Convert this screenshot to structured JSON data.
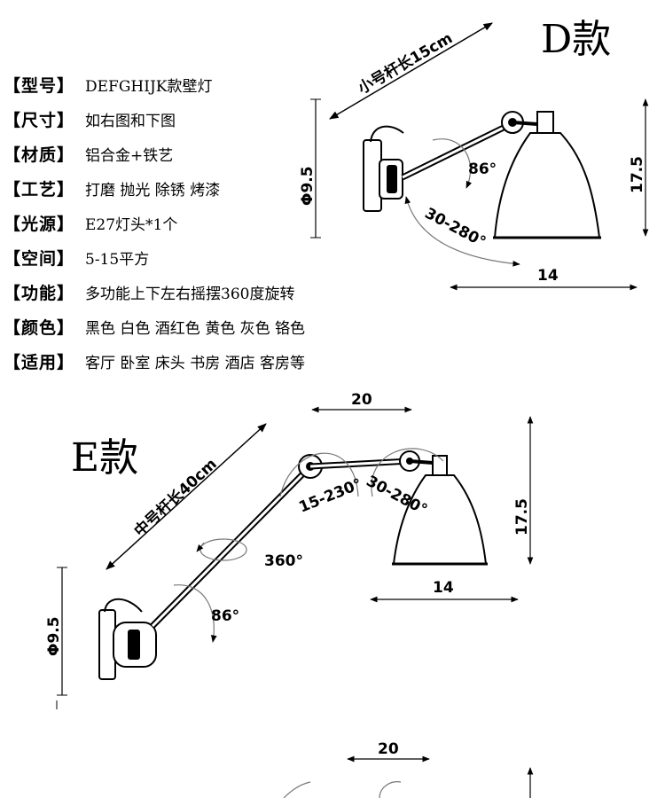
{
  "specs": [
    {
      "label": "【型号】",
      "value": "DEFGHIJK款壁灯"
    },
    {
      "label": "【尺寸】",
      "value": "如右图和下图"
    },
    {
      "label": "【材质】",
      "value": "铝合金+铁艺"
    },
    {
      "label": "【工艺】",
      "value": "打磨 抛光 除锈 烤漆"
    },
    {
      "label": "【光源】",
      "value": "E27灯头*1个"
    },
    {
      "label": "【空间】",
      "value": "5-15平方"
    },
    {
      "label": "【功能】",
      "value": "多功能上下左右摇摆360度旋转"
    },
    {
      "label": "【颜色】",
      "value": "黑色 白色 酒红色 黄色 灰色 铬色"
    },
    {
      "label": "【适用】",
      "value": "客厅 卧室 床头 书房 酒店 客房等"
    }
  ],
  "model_d": {
    "title": "D款",
    "arm_length": "小号杆长15cm",
    "base_height": "Φ9.5",
    "height": "17.5",
    "width": "14",
    "joint_angle": "86°",
    "swing_range": "30-280°"
  },
  "model_e": {
    "title": "E款",
    "arm_length": "中号杆长40cm",
    "base_height": "Φ9.5",
    "height": "17.5",
    "width": "14",
    "top_width": "20",
    "joint_angle": "86°",
    "rotation": "360°",
    "elbow_range": "15-230°",
    "swing_range": "30-280°"
  },
  "model_next": {
    "top_width": "20"
  }
}
